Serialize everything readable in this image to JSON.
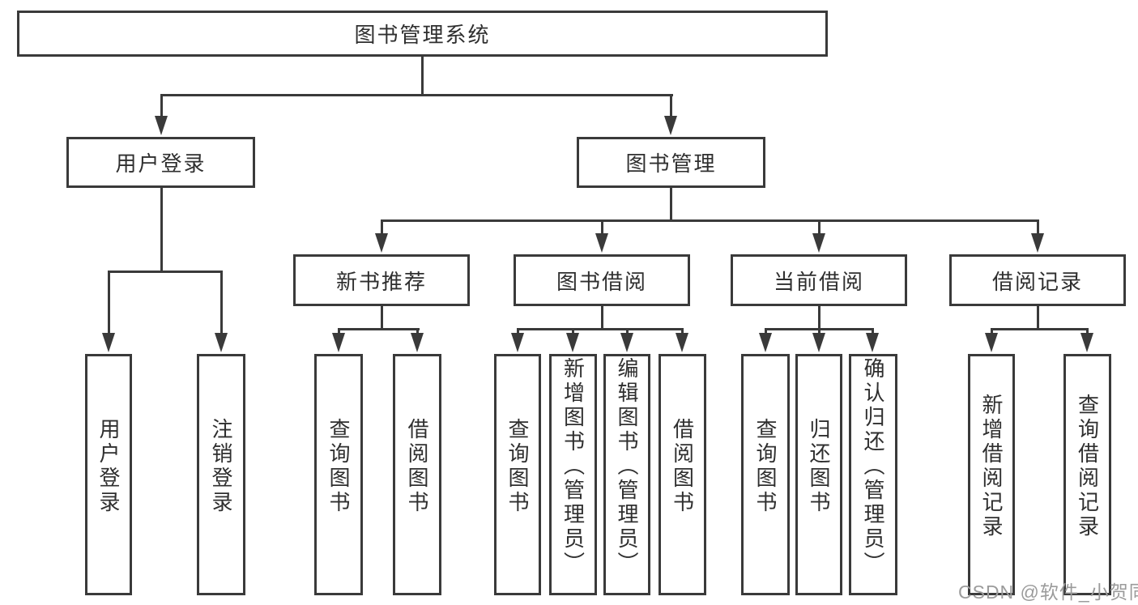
{
  "diagram": {
    "root": {
      "label": "图书管理系统",
      "children": [
        {
          "label": "用户登录",
          "children": [
            {
              "label": "用户登录"
            },
            {
              "label": "注销登录"
            }
          ]
        },
        {
          "label": "图书管理",
          "children": [
            {
              "label": "新书推荐",
              "children": [
                {
                  "label": "查询图书"
                },
                {
                  "label": "借阅图书"
                }
              ]
            },
            {
              "label": "图书借阅",
              "children": [
                {
                  "label": "查询图书"
                },
                {
                  "label": "新增图书（管理员）"
                },
                {
                  "label": "编辑图书（管理员）"
                },
                {
                  "label": "借阅图书"
                }
              ]
            },
            {
              "label": "当前借阅",
              "children": [
                {
                  "label": "查询图书"
                },
                {
                  "label": "归还图书"
                },
                {
                  "label": "确认归还（管理员）"
                }
              ]
            },
            {
              "label": "借阅记录",
              "children": [
                {
                  "label": "新增借阅记录"
                },
                {
                  "label": "查询借阅记录"
                }
              ]
            }
          ]
        }
      ]
    },
    "colors": {
      "line": "#3a3a3a",
      "text": "#2f2f2f",
      "background": "#ffffff",
      "watermark": "#9b9b9b"
    }
  },
  "watermark": {
    "text": "CSDN @软件_小贺同学"
  }
}
